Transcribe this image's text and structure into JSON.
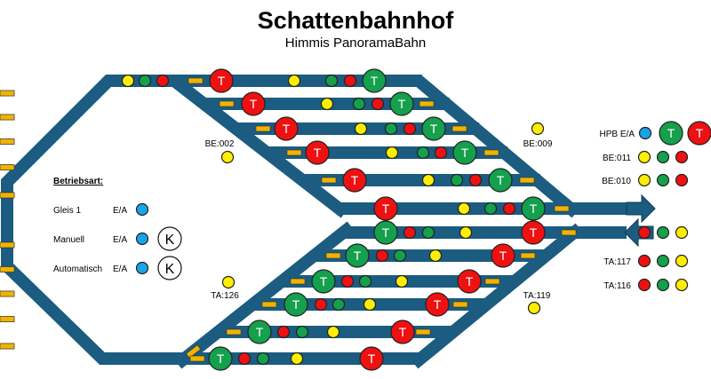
{
  "header": {
    "title": "Schattenbahnhof",
    "subtitle": "Himmis PanoramaBahn"
  },
  "colors": {
    "track": "#1b5c80",
    "yellow": "#ffee00",
    "green": "#14a04c",
    "red": "#ee1111",
    "blue": "#1aa3e8",
    "dash": "#f2b200"
  },
  "signal_labels": {
    "T": "T",
    "K": "K"
  },
  "track_labels": {
    "be002": "BE:002",
    "be009": "BE:009",
    "ta126": "TA:126",
    "ta119": "TA:119"
  },
  "mode_panel": {
    "heading": "Betriebsart:",
    "rows": [
      {
        "label": "Gleis 1",
        "toggle": "E/A",
        "has_key": false
      },
      {
        "label": "Manuell",
        "toggle": "E/A",
        "has_key": true
      },
      {
        "label": "Automatisch",
        "toggle": "E/A",
        "has_key": true
      }
    ]
  },
  "status_panel": {
    "hpb": {
      "label": "HPB E/A"
    },
    "rows": [
      {
        "label": "BE:011",
        "lights": [
          "Y",
          "G",
          "R"
        ]
      },
      {
        "label": "BE:010",
        "lights": [
          "Y",
          "G",
          "R"
        ]
      },
      {
        "label": "",
        "lights": [
          "R",
          "G",
          "Y"
        ]
      },
      {
        "label": "TA:117",
        "lights": [
          "R",
          "G",
          "Y"
        ]
      },
      {
        "label": "TA:116",
        "lights": [
          "R",
          "G",
          "Y"
        ]
      }
    ]
  },
  "tracks": {
    "entry": [
      [
        "Y",
        "G",
        "R",
        "D",
        "TR",
        "Y",
        "G",
        "R",
        "TG"
      ],
      [
        "D",
        "TR",
        "Y",
        "G",
        "R",
        "TG",
        "D"
      ],
      [
        "D",
        "TR",
        "Y",
        "G",
        "R",
        "TG",
        "D"
      ],
      [
        "D",
        "TR",
        "Y",
        "G",
        "R",
        "TG",
        "D"
      ],
      [
        "D",
        "TR",
        "Y",
        "G",
        "R",
        "TG",
        "D"
      ],
      [
        "TR",
        "Y",
        "G",
        "R",
        "TG",
        "D"
      ]
    ],
    "exit": [
      [
        "TG",
        "R",
        "G",
        "Y",
        "TR",
        "D"
      ],
      [
        "D",
        "TG",
        "R",
        "G",
        "Y",
        "TR",
        "D"
      ],
      [
        "D",
        "TG",
        "R",
        "G",
        "Y",
        "TR",
        "D"
      ],
      [
        "D",
        "TG",
        "R",
        "G",
        "Y",
        "TR",
        "D"
      ],
      [
        "D",
        "TG",
        "R",
        "G",
        "Y",
        "TR",
        "D"
      ],
      [
        "D",
        "TG",
        "R",
        "G",
        "Y",
        "TR"
      ]
    ]
  }
}
